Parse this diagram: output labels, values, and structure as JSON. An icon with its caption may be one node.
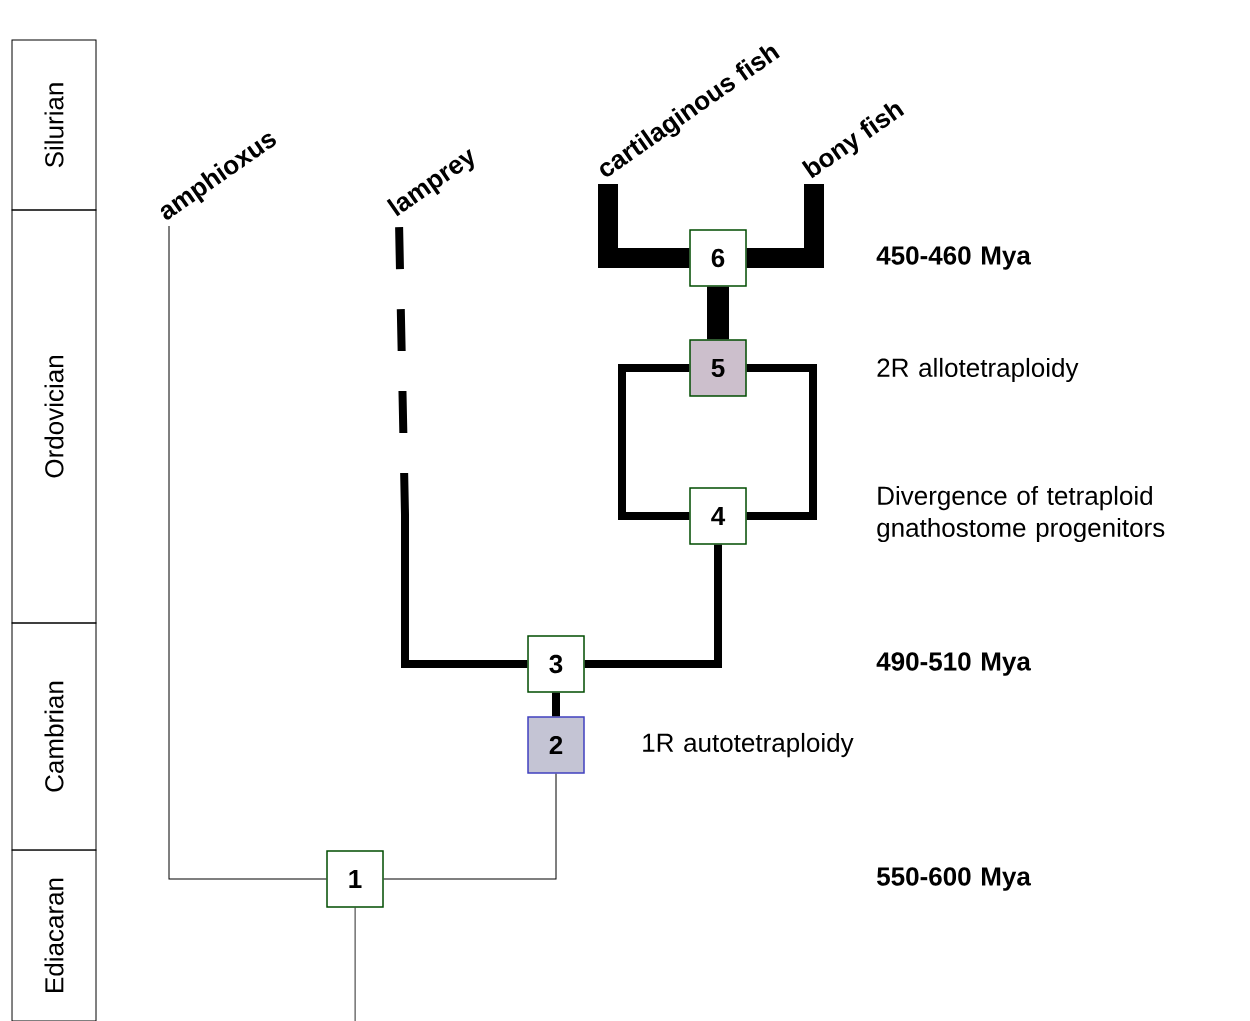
{
  "diagram": {
    "nodes": [
      {
        "text": [
          "1"
        ]
      },
      {
        "text": [
          "2"
        ]
      },
      {
        "text": [
          "3"
        ]
      },
      {
        "text": [
          "4"
        ]
      },
      {
        "text": [
          "5"
        ]
      },
      {
        "text": [
          "6"
        ]
      },
      {
        "text": [
          "amphioxus"
        ]
      },
      {
        "text": [
          "lamprey"
        ]
      },
      {
        "text": [
          "cartilaginous fish"
        ]
      },
      {
        "text": [
          "bony fish"
        ]
      },
      {
        "text": [
          "Silurian"
        ]
      },
      {
        "text": [
          "Ordovician"
        ]
      },
      {
        "text": [
          "Cambrian"
        ]
      },
      {
        "text": [
          "Ediacaran"
        ]
      }
    ],
    "edges": [
      {
        "from": null,
        "to": 0,
        "arrow": "none"
      },
      {
        "from": 0,
        "to": 6,
        "arrow": "none"
      },
      {
        "from": 0,
        "to": 1,
        "arrow": "none"
      },
      {
        "from": 1,
        "to": 2,
        "arrow": "none"
      },
      {
        "from": 2,
        "to": 7,
        "arrow": "none",
        "style": "dashed"
      },
      {
        "from": 2,
        "to": 3,
        "arrow": "none"
      },
      {
        "from": 3,
        "to": 4,
        "arrow": "none"
      },
      {
        "from": 3,
        "to": 4,
        "arrow": "none"
      },
      {
        "from": 4,
        "to": 5,
        "arrow": "none",
        "style": "thick"
      },
      {
        "from": 5,
        "to": 8,
        "arrow": "none",
        "style": "thick"
      },
      {
        "from": 5,
        "to": 9,
        "arrow": "none",
        "style": "thick"
      }
    ],
    "labels": [
      "450-460 Mya",
      "2R allotetraploidy",
      "Divergence of tetraploid gnathostome progenitors",
      "490-510 Mya",
      "1R autotetraploidy",
      "550-600 Mya"
    ]
  }
}
